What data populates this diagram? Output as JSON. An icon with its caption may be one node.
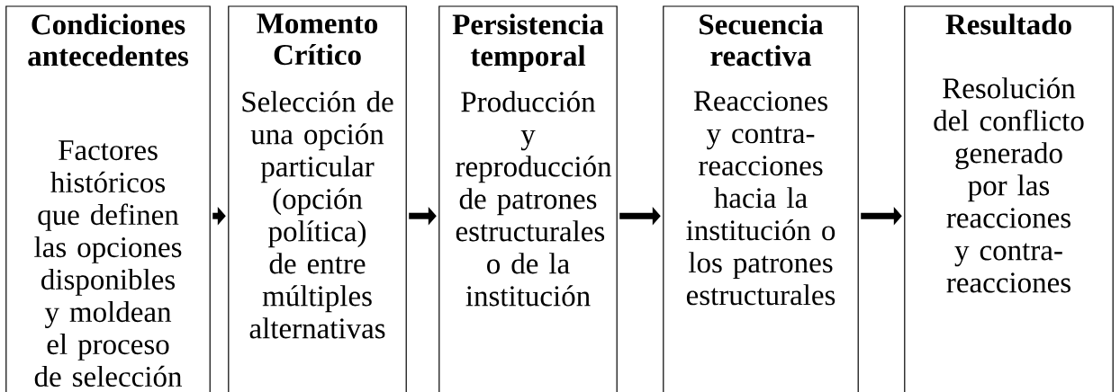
{
  "diagram": {
    "nodes": [
      {
        "text": [
          "Condiciones antecedentes",
          "Factores históricos que definen las opciones disponibles y moldean el proceso de selección"
        ]
      },
      {
        "text": [
          "Momento Crítico",
          "Selección de una opción particular (opción política) de entre múltiples alternativas"
        ]
      },
      {
        "text": [
          "Persistencia temporal",
          "Producción y reproducción de patrones estructurales o de la institución"
        ]
      },
      {
        "text": [
          "Secuencia reactiva",
          "Reacciones y contra- reacciones hacia la institución o los patrones estructurales"
        ]
      },
      {
        "text": [
          "Resultado",
          "Resolución del conflicto generado por las reacciones y contra- reacciones"
        ]
      }
    ],
    "edges": [
      {
        "from": 0,
        "to": 1,
        "arrow": "to"
      },
      {
        "from": 1,
        "to": 2,
        "arrow": "to"
      },
      {
        "from": 2,
        "to": 3,
        "arrow": "to"
      },
      {
        "from": 3,
        "to": 4,
        "arrow": "to"
      }
    ]
  }
}
